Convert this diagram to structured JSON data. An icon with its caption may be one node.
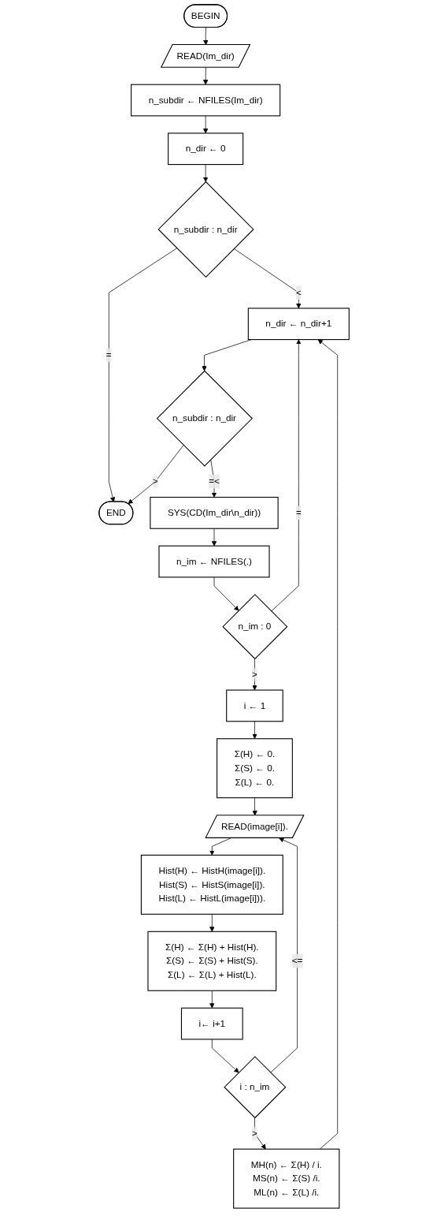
{
  "diagram": {
    "nodes": [
      {
        "text": [
          "BEGIN"
        ]
      },
      {
        "text": [
          "READ(Im_dir)"
        ]
      },
      {
        "text": [
          "n_subdir ← NFILES(Im_dir)"
        ]
      },
      {
        "text": [
          "n_dir ← 0"
        ]
      },
      {
        "text": [
          "n_subdir : n_dir"
        ]
      },
      {
        "text": [
          "n_dir ← n_dir+1"
        ]
      },
      {
        "text": [
          "END"
        ]
      },
      {
        "text": [
          "n_subdir : n_dir"
        ]
      },
      {
        "text": [
          "SYS(CD(Im_dir\\n_dir))"
        ]
      },
      {
        "text": [
          "n_im ← NFILES(.)"
        ]
      },
      {
        "text": [
          "n_im : 0"
        ]
      },
      {
        "text": [
          "i ← 1"
        ]
      },
      {
        "text": [
          "Σ(H) ← 0.",
          "Σ(S) ← 0.",
          "Σ(L) ← 0."
        ]
      },
      {
        "text": [
          "READ(image[i])."
        ]
      },
      {
        "text": [
          "Hist(H) ← HistH(image[i]).",
          "Hist(S) ← HistS(image[i]).",
          "Hist(L) ← HistL(image[i]))."
        ]
      },
      {
        "text": [
          "Σ(H) ← Σ(H) + Hist(H).",
          "Σ(S) ← Σ(S) + Hist(S).",
          "Σ(L) ← Σ(L) + Hist(L)."
        ]
      },
      {
        "text": [
          "i← i+1"
        ]
      },
      {
        "text": [
          "i : n_im"
        ]
      },
      {
        "text": [
          "MH(n) ← Σ(H) / i.",
          "MS(n) ← Σ(S) /i.",
          "ML(n) ← Σ(L) /i."
        ]
      }
    ],
    "edges": [
      {
        "from": 0,
        "to": 1,
        "arrow": "to"
      },
      {
        "from": 1,
        "to": 2,
        "arrow": "to"
      },
      {
        "from": 2,
        "to": 3,
        "arrow": "to"
      },
      {
        "from": 3,
        "to": 4,
        "arrow": "to"
      },
      {
        "from": 4,
        "to": 6,
        "arrow": "to",
        "label": "="
      },
      {
        "from": 4,
        "to": 5,
        "arrow": "to",
        "label": "<"
      },
      {
        "from": 5,
        "to": 7,
        "arrow": "to"
      },
      {
        "from": 7,
        "to": 6,
        "arrow": "to",
        "label": ">"
      },
      {
        "from": 7,
        "to": 8,
        "arrow": "to",
        "label": "=<"
      },
      {
        "from": 8,
        "to": 9,
        "arrow": "to"
      },
      {
        "from": 9,
        "to": 10,
        "arrow": "to"
      },
      {
        "from": 10,
        "to": 5,
        "arrow": "to",
        "label": "="
      },
      {
        "from": 10,
        "to": 11,
        "arrow": "to",
        "label": ">"
      },
      {
        "from": 11,
        "to": 12,
        "arrow": "to"
      },
      {
        "from": 12,
        "to": 13,
        "arrow": "to"
      },
      {
        "from": 13,
        "to": 14,
        "arrow": "to"
      },
      {
        "from": 14,
        "to": 15,
        "arrow": "to"
      },
      {
        "from": 15,
        "to": 16,
        "arrow": "to"
      },
      {
        "from": 16,
        "to": 17,
        "arrow": "to"
      },
      {
        "from": 17,
        "to": 13,
        "arrow": "to",
        "label": "<="
      },
      {
        "from": 17,
        "to": 18,
        "arrow": "to",
        "label": ">"
      },
      {
        "from": 18,
        "to": 5,
        "arrow": "to"
      }
    ]
  }
}
